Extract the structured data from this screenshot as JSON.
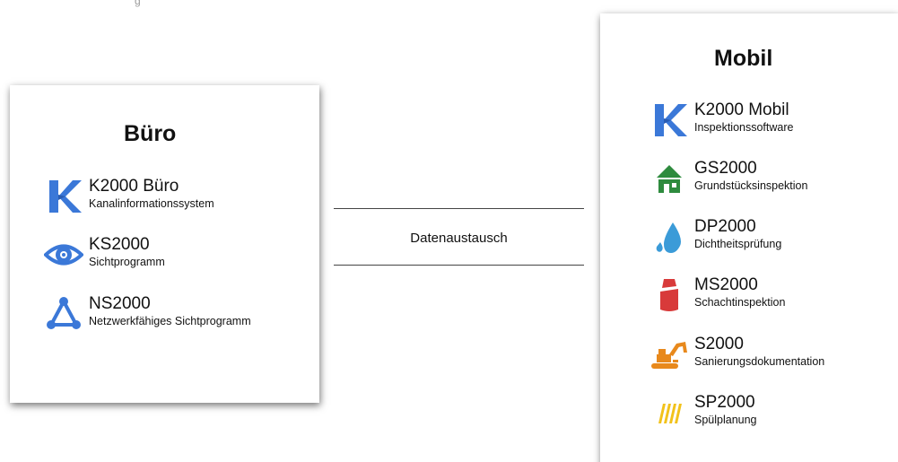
{
  "top_fragment": "g",
  "buero": {
    "title": "Büro",
    "items": [
      {
        "name": "K2000 Büro",
        "desc": "Kanalinformationssystem",
        "icon": "k-logo-icon"
      },
      {
        "name": "KS2000",
        "desc": "Sichtprogramm",
        "icon": "eye-icon"
      },
      {
        "name": "NS2000",
        "desc": "Netzwerkfähiges Sichtprogramm",
        "icon": "network-triangle-icon"
      }
    ]
  },
  "exchange": {
    "label": "Datenaustausch"
  },
  "mobil": {
    "title": "Mobil",
    "items": [
      {
        "name": "K2000 Mobil",
        "desc": "Inspektionssoftware",
        "icon": "k-logo-icon"
      },
      {
        "name": "GS2000",
        "desc": "Grundstücksinspektion",
        "icon": "house-icon"
      },
      {
        "name": "DP2000",
        "desc": "Dichtheitsprüfung",
        "icon": "water-drop-icon"
      },
      {
        "name": "MS2000",
        "desc": "Schachtinspektion",
        "icon": "manhole-shaft-icon"
      },
      {
        "name": "S2000",
        "desc": "Sanierungsdokumentation",
        "icon": "excavator-icon"
      },
      {
        "name": "SP2000",
        "desc": "Spülplanung",
        "icon": "flush-hose-icon"
      }
    ]
  },
  "colors": {
    "blue": "#3b78d8",
    "green": "#2e8b3e",
    "red": "#d83a3a",
    "orange": "#e8891c",
    "yellow": "#f2c21b"
  }
}
